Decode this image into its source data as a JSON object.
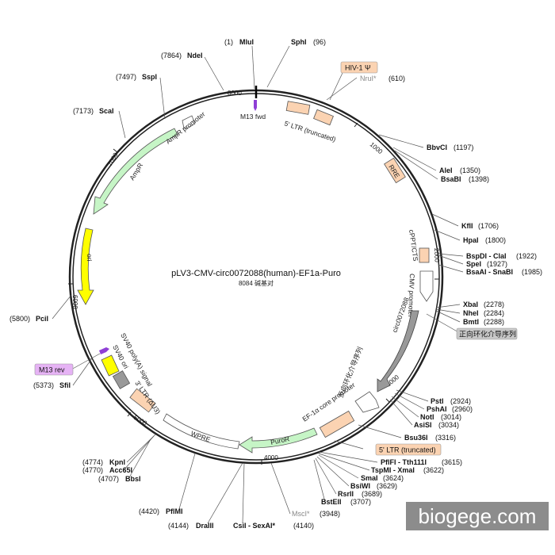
{
  "plasmid": {
    "name": "pLV3-CMV-circ0072088(human)-EF1a-Puro",
    "size_text": "8084 碱基对"
  },
  "ticks": [
    {
      "label": "8000"
    },
    {
      "label": "1000"
    },
    {
      "label": "2000"
    },
    {
      "label": "3000"
    },
    {
      "label": "4000"
    },
    {
      "label": "5000"
    },
    {
      "label": "6000"
    },
    {
      "label": "7000"
    }
  ],
  "sites": [
    {
      "name": "MluI",
      "pos": "(1)",
      "side": "left"
    },
    {
      "name": "SphI",
      "pos": "(96)",
      "side": "right"
    },
    {
      "name": "NruI*",
      "pos": "(610)",
      "side": "right",
      "gray": true
    },
    {
      "name": "BbvCI",
      "pos": "(1197)",
      "side": "right"
    },
    {
      "name": "AleI",
      "pos": "(1350)",
      "side": "right"
    },
    {
      "name": "BsaBI",
      "pos": "(1398)",
      "side": "right"
    },
    {
      "name": "KflI",
      "pos": "(1706)",
      "side": "right"
    },
    {
      "name": "HpaI",
      "pos": "(1800)",
      "side": "right"
    },
    {
      "name": "BspDI - ClaI",
      "pos": "(1922)",
      "side": "right"
    },
    {
      "name": "SpeI",
      "pos": "(1927)",
      "side": "right"
    },
    {
      "name": "BsaAI - SnaBI",
      "pos": "(1985)",
      "side": "right"
    },
    {
      "name": "XbaI",
      "pos": "(2278)",
      "side": "right"
    },
    {
      "name": "NheI",
      "pos": "(2284)",
      "side": "right"
    },
    {
      "name": "BmtI",
      "pos": "(2288)",
      "side": "right"
    },
    {
      "name": "PstI",
      "pos": "(2924)",
      "side": "right"
    },
    {
      "name": "PshAI",
      "pos": "(2960)",
      "side": "right"
    },
    {
      "name": "NotI",
      "pos": "(3014)",
      "side": "right"
    },
    {
      "name": "AsiSI",
      "pos": "(3034)",
      "side": "right"
    },
    {
      "name": "Bsu36I",
      "pos": "(3316)",
      "side": "right"
    },
    {
      "name": "PflFI - Tth111I",
      "pos": "(3615)",
      "side": "right"
    },
    {
      "name": "TspMI - XmaI",
      "pos": "(3622)",
      "side": "right"
    },
    {
      "name": "SmaI",
      "pos": "(3624)",
      "side": "right"
    },
    {
      "name": "BsiWI",
      "pos": "(3629)",
      "side": "right"
    },
    {
      "name": "RsrII",
      "pos": "(3689)",
      "side": "right"
    },
    {
      "name": "BstEII",
      "pos": "(3707)",
      "side": "right"
    },
    {
      "name": "MscI*",
      "pos": "(3948)",
      "side": "right",
      "gray": true
    },
    {
      "name": "CsiI - SexAI*",
      "pos": "(4140)",
      "side": "right",
      "partGray": "SexAI*"
    },
    {
      "name": "DraIII",
      "pos": "(4144)",
      "side": "left"
    },
    {
      "name": "PflMI",
      "pos": "(4420)",
      "side": "left"
    },
    {
      "name": "KpnI",
      "pos": "(4774)",
      "side": "left"
    },
    {
      "name": "Acc65I",
      "pos": "(4770)",
      "side": "left"
    },
    {
      "name": "BbsI",
      "pos": "(4707)",
      "side": "left"
    },
    {
      "name": "SfiI",
      "pos": "(5373)",
      "side": "left"
    },
    {
      "name": "PciI",
      "pos": "(5800)",
      "side": "left"
    },
    {
      "name": "ScaI",
      "pos": "(7173)",
      "side": "left"
    },
    {
      "name": "SspI",
      "pos": "(7497)",
      "side": "left"
    },
    {
      "name": "NdeI",
      "pos": "(7864)",
      "side": "left"
    }
  ],
  "features": [
    {
      "name": "M13 fwd"
    },
    {
      "name": "5' LTR (truncated)"
    },
    {
      "name": "RRE"
    },
    {
      "name": "cPPT/CTS"
    },
    {
      "name": "CMV promoter"
    },
    {
      "name": "circ0072088"
    },
    {
      "name": "EF-1α core promoter"
    },
    {
      "name": "PuroR"
    },
    {
      "name": "WPRE"
    },
    {
      "name": "3' LTR (ΔU3)"
    },
    {
      "name": "SV40 ori"
    },
    {
      "name": "SV40 poly(A) signal"
    },
    {
      "name": "ori"
    },
    {
      "name": "AmpR"
    },
    {
      "name": "AmpR promoter"
    }
  ],
  "boxes": [
    {
      "name": "HIV-1 Ψ"
    },
    {
      "name": "5' LTR (truncated)"
    },
    {
      "name": "M13 rev"
    },
    {
      "name": "正向环化介导序列"
    },
    {
      "name": "反向环化介导序列"
    }
  ],
  "watermark": "biogege.com",
  "colors": {
    "ltr": "#fbd3b2",
    "promoter": "#ffffff",
    "cds_green": "#c6f5c6",
    "ori_yellow": "#ffff00",
    "circ_gray": "#999999",
    "primer_purple": "#8f3fd6",
    "sv40_yellow": "#ffff00"
  }
}
